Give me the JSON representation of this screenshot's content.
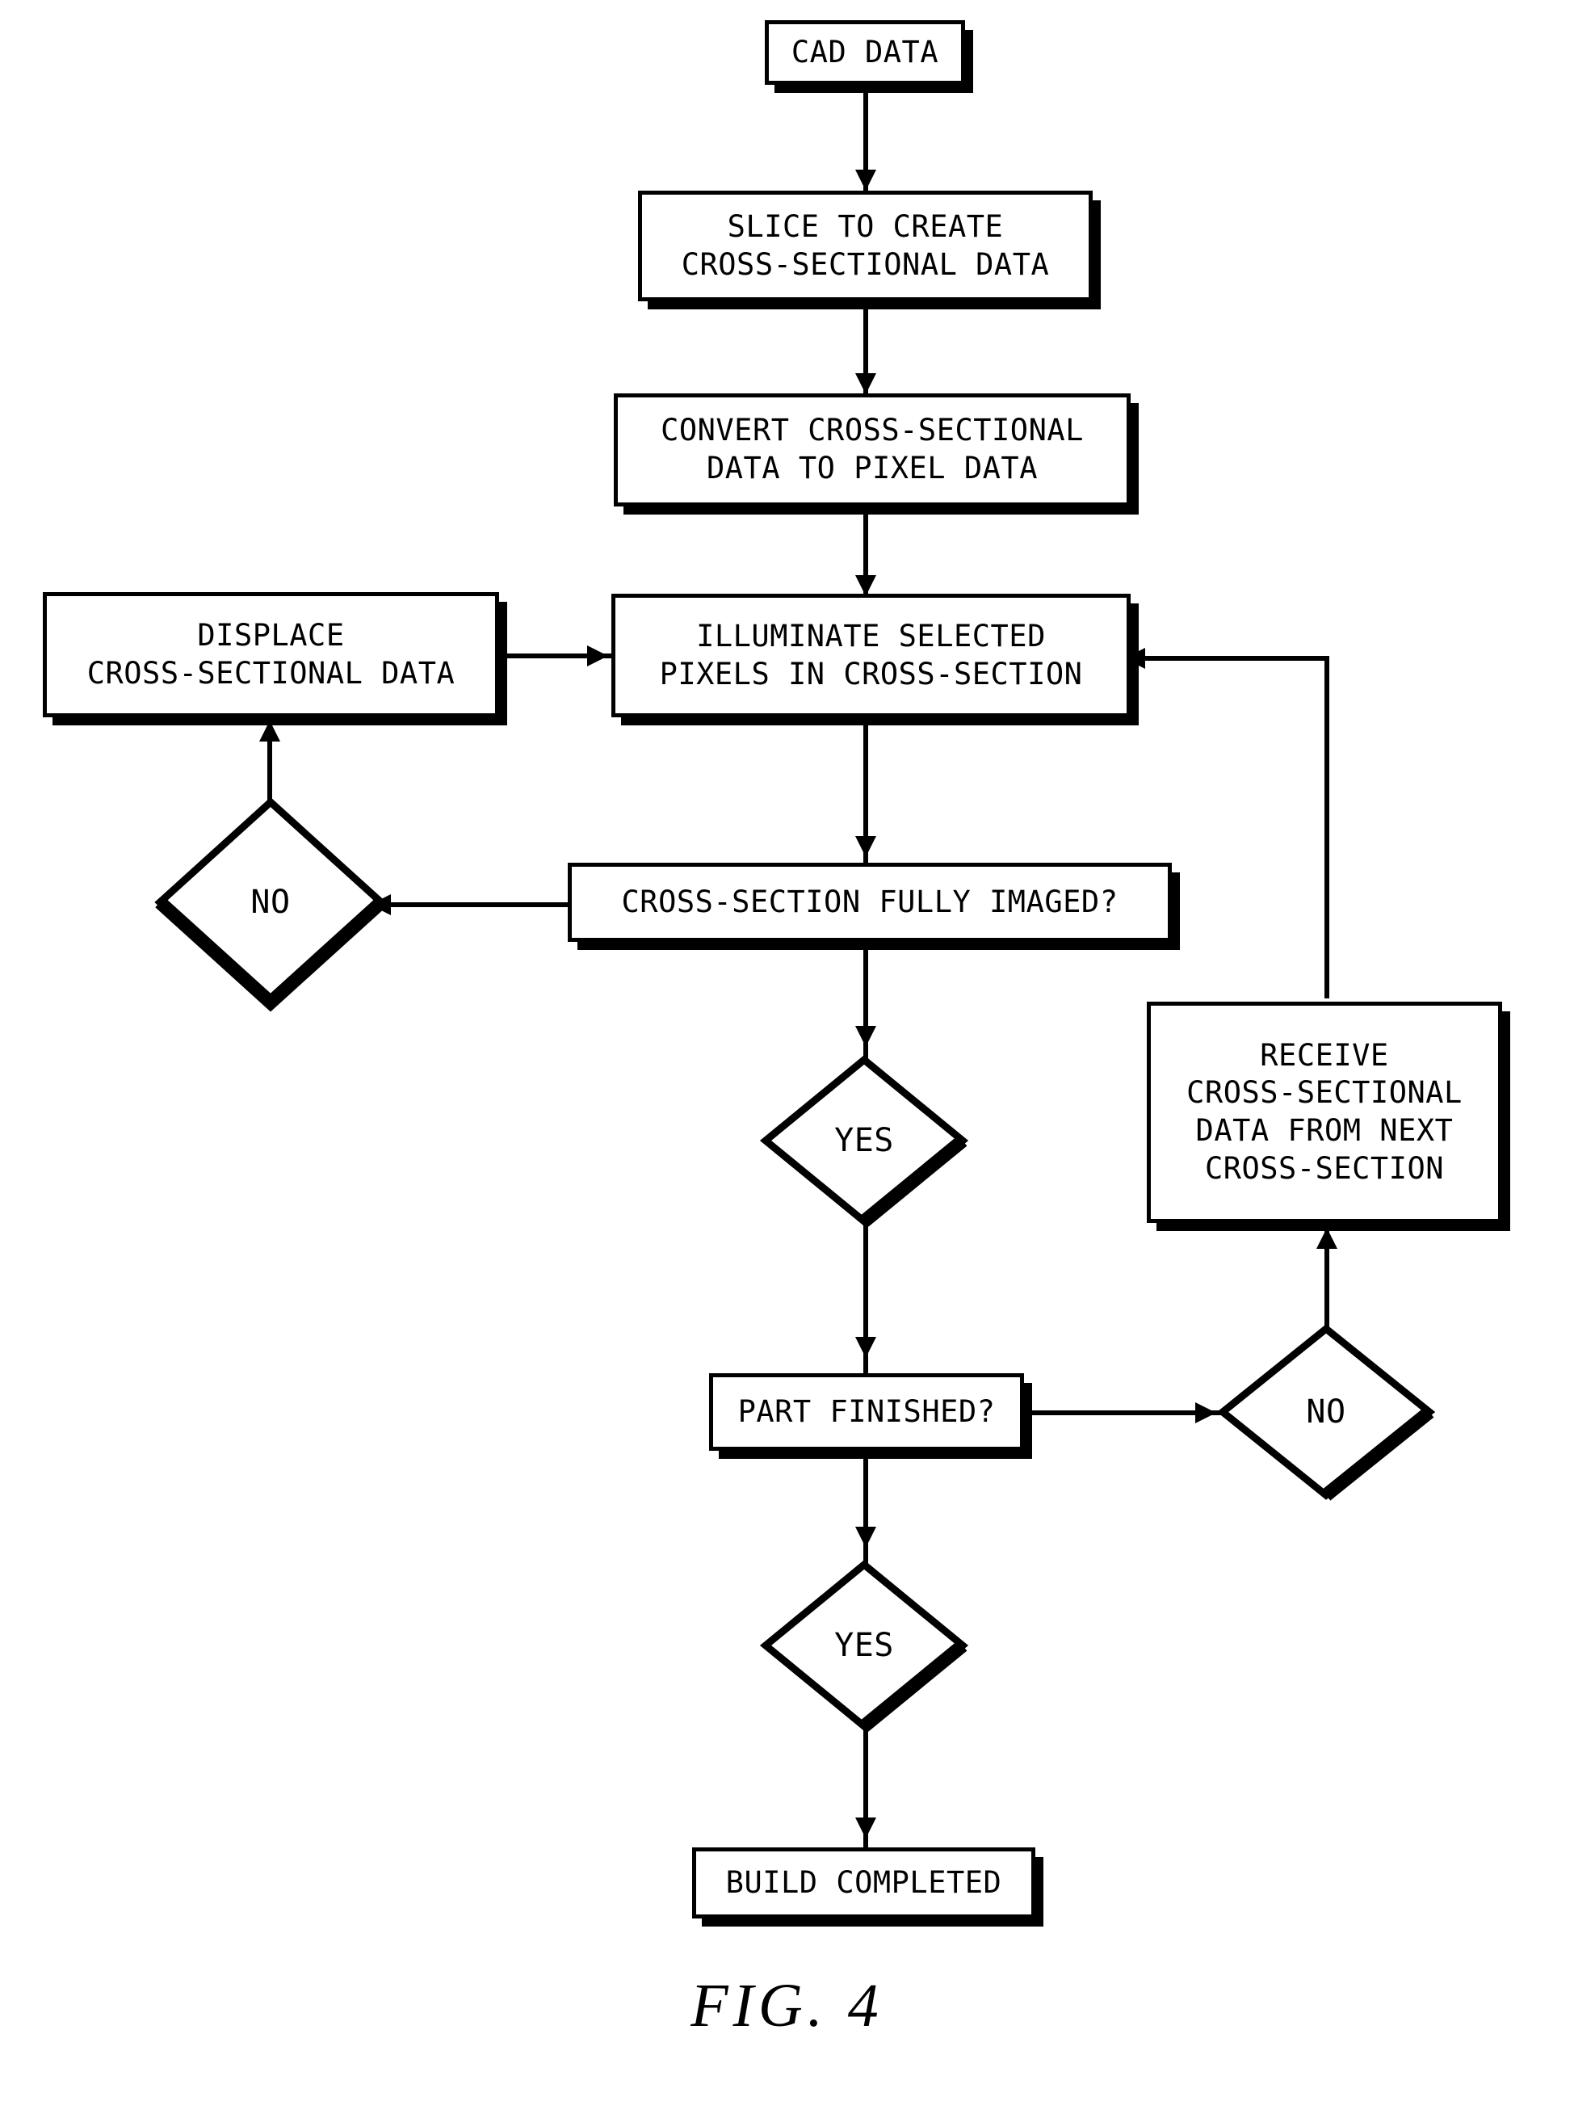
{
  "figure": {
    "caption": "FIG.  4",
    "title": "Flowchart of additive-manufacturing build process"
  },
  "nodes": {
    "cad_data": {
      "label": "CAD DATA",
      "shape": "process"
    },
    "slice": {
      "label": "SLICE TO CREATE\nCROSS-SECTIONAL DATA",
      "shape": "process"
    },
    "convert": {
      "label": "CONVERT CROSS-SECTIONAL\nDATA TO PIXEL DATA",
      "shape": "process"
    },
    "displace": {
      "label": "DISPLACE\nCROSS-SECTIONAL DATA",
      "shape": "process"
    },
    "illuminate": {
      "label": "ILLUMINATE SELECTED\nPIXELS IN CROSS-SECTION",
      "shape": "process"
    },
    "fully_imaged": {
      "label": "CROSS-SECTION FULLY IMAGED?",
      "shape": "process"
    },
    "imaged_no": {
      "label": "NO",
      "shape": "decision"
    },
    "imaged_yes": {
      "label": "YES",
      "shape": "decision"
    },
    "receive_next": {
      "label": "RECEIVE\nCROSS-SECTIONAL\nDATA FROM NEXT\nCROSS-SECTION",
      "shape": "process"
    },
    "part_finished": {
      "label": "PART FINISHED?",
      "shape": "process"
    },
    "finished_no": {
      "label": "NO",
      "shape": "decision"
    },
    "finished_yes": {
      "label": "YES",
      "shape": "decision"
    },
    "build_completed": {
      "label": "BUILD COMPLETED",
      "shape": "process"
    }
  },
  "style": {
    "ink": "#000000",
    "paper": "#ffffff"
  }
}
